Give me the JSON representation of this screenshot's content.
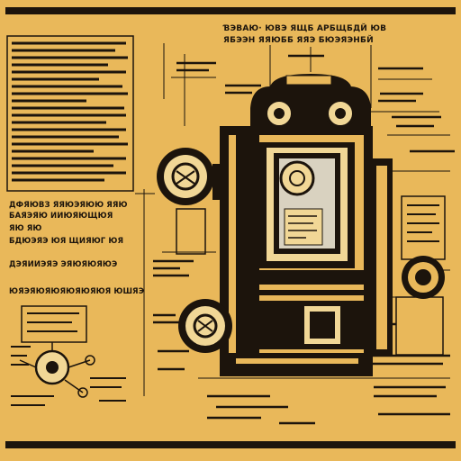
{
  "colors": {
    "paper": "#e9b85a",
    "ink": "#1c140c",
    "panel": "#f1d796",
    "screen": "#d9d2c0"
  },
  "header": {
    "line_1": "ƁЭBAЮ· ЮBЭ ЯЩБ АРБЩБДЙ ЮB",
    "line_2": "ЯБЭЭН ЯЯЮББ ЯЯЭ БЮЭЯЭНБЙ"
  },
  "left_panel": {
    "line_1": "ДФЯЮВЗ ЯЯЮЭЯЮЮ ЯЯЮ",
    "line_2": "БАЯЭЯЮ ИИЮЯЮЩЮЯ",
    "line_3": "ЯЮ ЯЮ",
    "line_4": "БДЮЭЯЭ ЮЯ ЩИЯЮГ ЮЯ",
    "line_5": "ДЭЯИИЭЯЭ ЭЯЮЯЮЯЮЭ",
    "line_6": "ЮЯЭЯЮЯЮЯЮЯЮЯЮЯ ЮШЯЭ"
  },
  "icons": [
    "circular-gauge-icon",
    "dial-icon",
    "gear-icon",
    "lens-icon"
  ]
}
